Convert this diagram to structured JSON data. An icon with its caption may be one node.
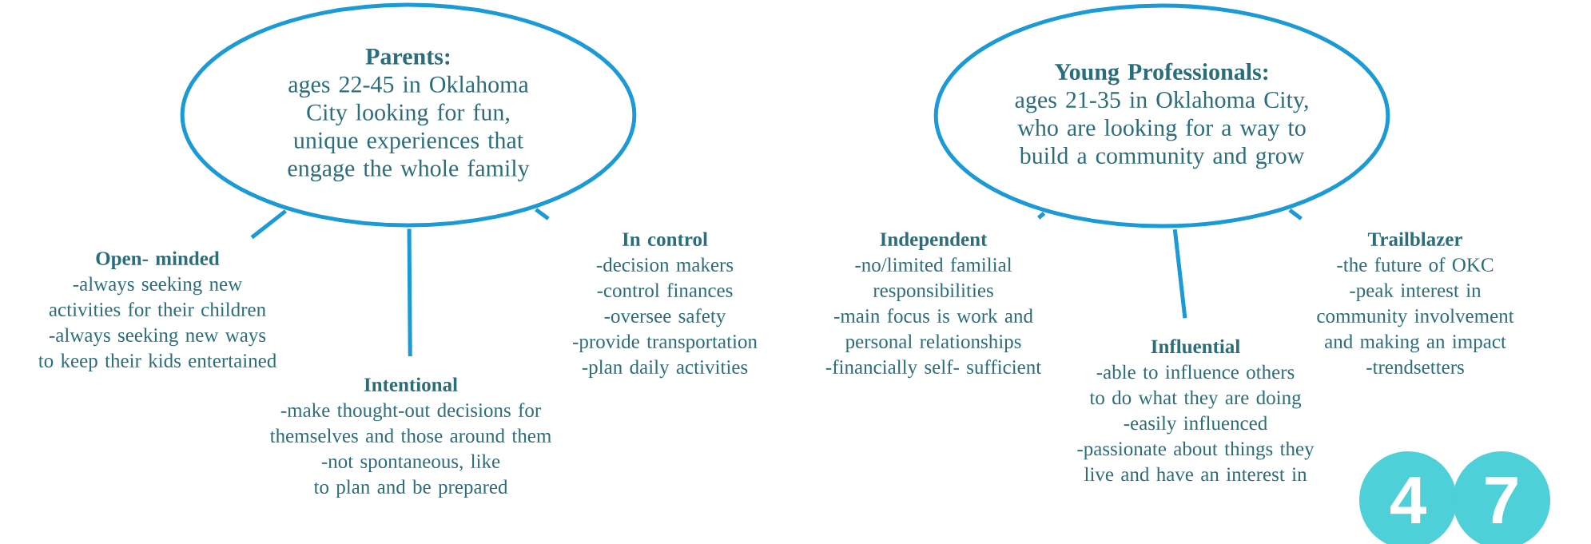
{
  "diagram": {
    "nodes": [
      {
        "text": [
          "Parents:",
          "ages 22-45 in Oklahoma City looking for fun, unique experiences that engage the whole family"
        ]
      },
      {
        "text": [
          "Open- minded",
          "-always seeking new activities for their children",
          "-always seeking new ways to keep their kids entertained"
        ]
      },
      {
        "text": [
          "Intentional",
          "-make thought-out decisions for themselves and those around them",
          "-not spontaneous, like to plan and be prepared"
        ]
      },
      {
        "text": [
          "In control",
          "-decision makers",
          "-control finances",
          "-oversee safety",
          "-provide transportation",
          "-plan daily activities"
        ]
      },
      {
        "text": [
          "Young Professionals:",
          "ages 21-35 in Oklahoma City, who are looking for a way to build a community and grow"
        ]
      },
      {
        "text": [
          "Independent",
          "-no/limited familial responsibilities",
          "-main focus is work and personal relationships",
          "-financially self- sufficient"
        ]
      },
      {
        "text": [
          "Influential",
          "-able to influence others to do what they are doing",
          "-easily influenced",
          "-passionate about things they live and have an interest in"
        ]
      },
      {
        "text": [
          "Trailblazer",
          "-the future of OKC",
          "-peak interest in community involvement and making an impact",
          "-trendsetters"
        ]
      },
      {
        "text": [
          "4"
        ]
      },
      {
        "text": [
          "7"
        ]
      }
    ],
    "edges": [
      {
        "from": 0,
        "to": 1,
        "arrow": "none"
      },
      {
        "from": 0,
        "to": 2,
        "arrow": "none"
      },
      {
        "from": 0,
        "to": 3,
        "arrow": "none"
      },
      {
        "from": 4,
        "to": 5,
        "arrow": "none"
      },
      {
        "from": 4,
        "to": 6,
        "arrow": "none"
      },
      {
        "from": 4,
        "to": 7,
        "arrow": "none"
      }
    ]
  }
}
